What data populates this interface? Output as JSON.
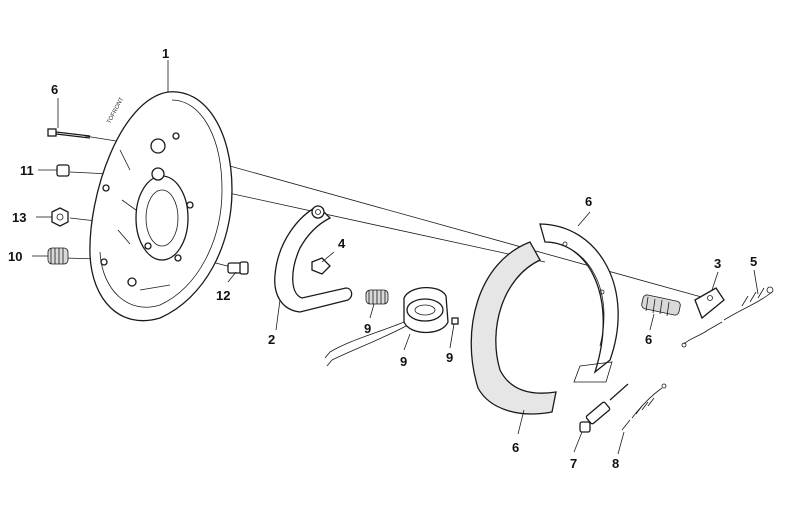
{
  "diagram": {
    "plate_marking": "TOFRONT",
    "callouts": [
      {
        "id": "c1",
        "text": "1"
      },
      {
        "id": "c6a",
        "text": "6"
      },
      {
        "id": "c11",
        "text": "11"
      },
      {
        "id": "c13",
        "text": "13"
      },
      {
        "id": "c10",
        "text": "10"
      },
      {
        "id": "c12",
        "text": "12"
      },
      {
        "id": "c4",
        "text": "4"
      },
      {
        "id": "c2",
        "text": "2"
      },
      {
        "id": "c9a",
        "text": "9"
      },
      {
        "id": "c9b",
        "text": "9"
      },
      {
        "id": "c9c",
        "text": "9"
      },
      {
        "id": "c6b",
        "text": "6"
      },
      {
        "id": "c6c",
        "text": "6"
      },
      {
        "id": "c6d",
        "text": "6"
      },
      {
        "id": "c3",
        "text": "3"
      },
      {
        "id": "c5",
        "text": "5"
      },
      {
        "id": "c7",
        "text": "7"
      },
      {
        "id": "c8",
        "text": "8"
      }
    ]
  }
}
